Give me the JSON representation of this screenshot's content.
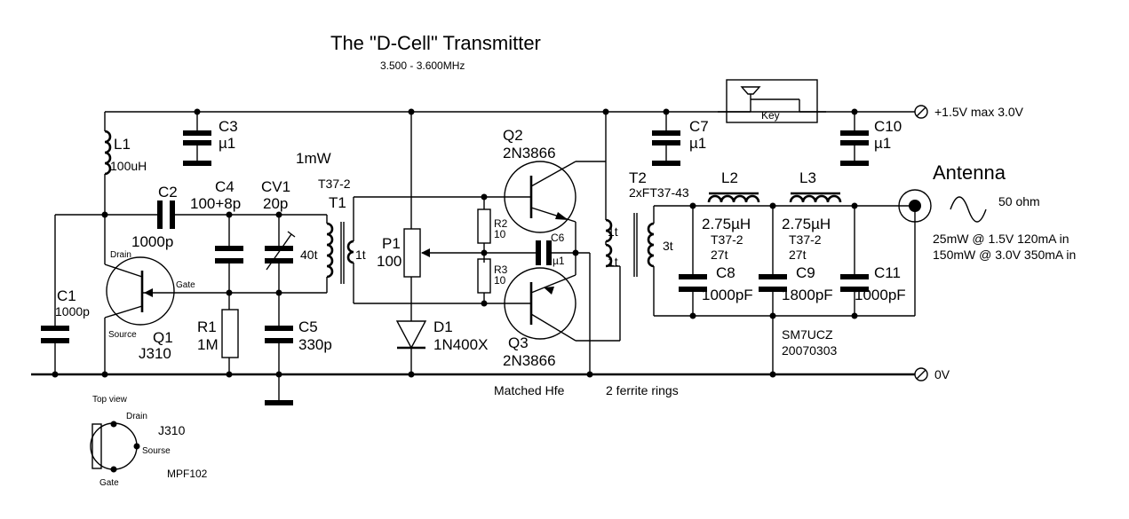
{
  "title": "The \"D-Cell\"  Transmitter",
  "subtitle": "3.500 - 3.600MHz",
  "power_label": "1mW",
  "supply": {
    "label": "+1.5V  max 3.0V"
  },
  "ground": {
    "label": "0V"
  },
  "key_label": "Key",
  "components": {
    "L1": {
      "ref": "L1",
      "value": "100uH"
    },
    "C1": {
      "ref": "C1",
      "value": "1000p"
    },
    "C2": {
      "ref": "C2",
      "value": "1000p"
    },
    "C3": {
      "ref": "C3",
      "value": "µ1"
    },
    "C4": {
      "ref": "C4",
      "value": "100+8p"
    },
    "CV1": {
      "ref": "CV1",
      "value": "20p"
    },
    "C5": {
      "ref": "C5",
      "value": "330p"
    },
    "R1": {
      "ref": "R1",
      "value": "1M"
    },
    "Q1": {
      "ref": "Q1",
      "value": "J310",
      "drain": "Drain",
      "gate": "Gate",
      "source": "Source"
    },
    "T1": {
      "ref": "T1",
      "core": "T37-2",
      "primary": "1t",
      "secondary": "40t"
    },
    "P1": {
      "ref": "P1",
      "value": "100"
    },
    "D1": {
      "ref": "D1",
      "value": "1N400X"
    },
    "Q2": {
      "ref": "Q2",
      "value": "2N3866"
    },
    "Q3": {
      "ref": "Q3",
      "value": "2N3866"
    },
    "R2": {
      "ref": "R2",
      "value": "10"
    },
    "R3": {
      "ref": "R3",
      "value": "10"
    },
    "C6": {
      "ref": "C6",
      "value": "µ1"
    },
    "C7": {
      "ref": "C7",
      "value": "µ1"
    },
    "T2": {
      "ref": "T2",
      "core": "2xFT37-43",
      "primary_a": "1t",
      "primary_b": "1t",
      "secondary": "3t"
    },
    "L2": {
      "ref": "L2",
      "value": "2.75µH",
      "core": "T37-2",
      "turns": "27t"
    },
    "L3": {
      "ref": "L3",
      "value": "2.75µH",
      "core": "T37-2",
      "turns": "27t"
    },
    "C8": {
      "ref": "C8",
      "value": "1000pF"
    },
    "C9": {
      "ref": "C9",
      "value": "1800pF"
    },
    "C10": {
      "ref": "C10",
      "value": "µ1"
    },
    "C11": {
      "ref": "C11",
      "value": "1000pF"
    }
  },
  "notes": {
    "matched": "Matched Hfe",
    "ferrite": "2 ferrite rings",
    "author": "SM7UCZ",
    "date": "20070303"
  },
  "antenna": {
    "label": "Antenna",
    "impedance": "50 ohm",
    "power_line1": "25mW @ 1.5V 120mA in",
    "power_line2": "150mW @ 3.0V 350mA in"
  },
  "pinout": {
    "title": "Top view",
    "part": "J310",
    "alt": "MPF102",
    "drain": "Drain",
    "source": "Sourse",
    "gate": "Gate"
  }
}
